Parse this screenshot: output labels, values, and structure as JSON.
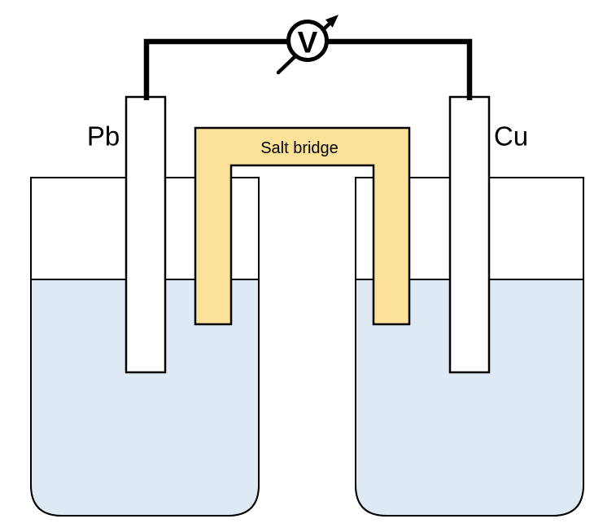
{
  "labels": {
    "left_electrode": "Pb",
    "right_electrode": "Cu",
    "salt_bridge": "Salt bridge",
    "voltmeter": "V"
  },
  "colors": {
    "solution": "#DEE9F4",
    "salt_bridge": "#FCE198",
    "outline": "#000000",
    "electrode_fill": "#FFFFFF",
    "background": "#FFFFFF"
  }
}
